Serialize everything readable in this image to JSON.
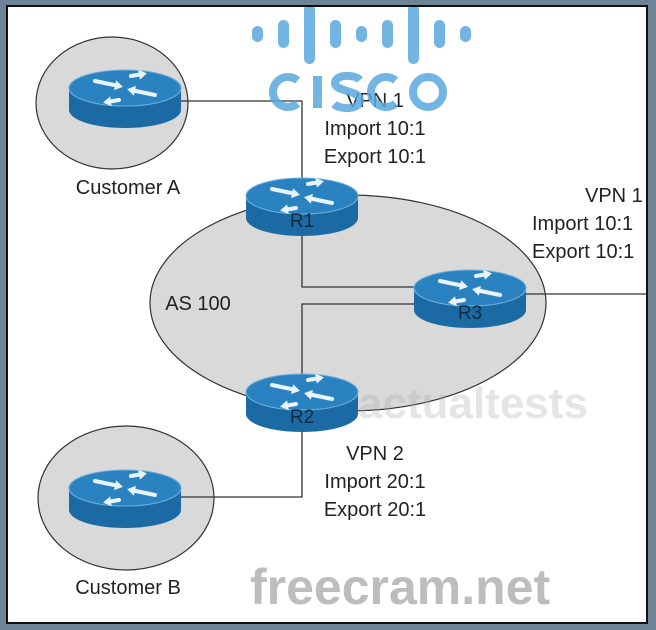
{
  "logo": {
    "text": "CISCO",
    "color": "#5aa8dd"
  },
  "watermarks": [
    "freecram.net",
    "actualtests"
  ],
  "customers": [
    {
      "label": "Customer A"
    },
    {
      "label": "Customer B"
    }
  ],
  "as_label": "AS 100",
  "routers": [
    {
      "label": "R1"
    },
    {
      "label": "R2"
    },
    {
      "label": "R3"
    }
  ],
  "vpn_labels": {
    "r1": {
      "name": "VPN 1",
      "import": "Import 10:1",
      "export": "Export 10:1"
    },
    "r3": {
      "name": "VPN 1",
      "import": "Import 10:1",
      "export": "Export 10:1"
    },
    "r2": {
      "name": "VPN 2",
      "import": "Import 20:1",
      "export": "Export 20:1"
    }
  },
  "colors": {
    "router_top": "#2a83c0",
    "router_side": "#1c6aa4",
    "cloud_fill": "#d9d9d9",
    "frame": "#6e8496"
  }
}
